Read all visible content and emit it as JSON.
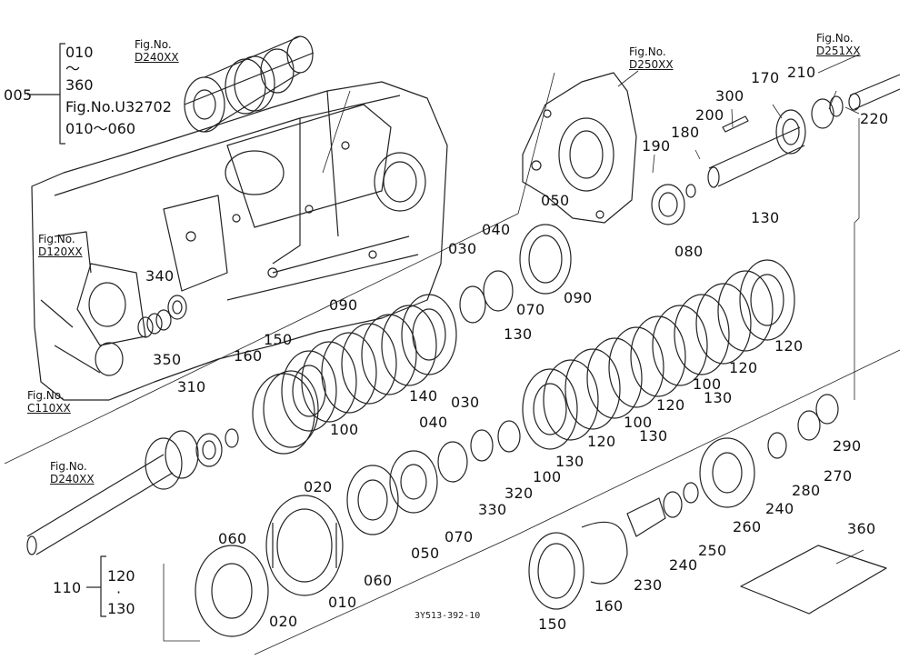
{
  "figure_code": "3Y513-392-10",
  "group_005": {
    "number": "005",
    "lines": [
      "010",
      "～",
      "360",
      "Fig.No.U32702",
      "010～060"
    ]
  },
  "group_110": {
    "number": "110",
    "lines": [
      "120",
      "·",
      "130"
    ]
  },
  "fig_refs": [
    {
      "id": "d240-top",
      "line1": "Fig.No.",
      "line2": "D240XX"
    },
    {
      "id": "d250",
      "line1": "Fig.No.",
      "line2": "D250XX"
    },
    {
      "id": "d251",
      "line1": "Fig.No.",
      "line2": "D251XX"
    },
    {
      "id": "d120",
      "line1": "Fig.No.",
      "line2": "D120XX"
    },
    {
      "id": "c110",
      "line1": "Fig.No.",
      "line2": "C110XX"
    },
    {
      "id": "d240-bottom",
      "line1": "Fig.No.",
      "line2": "D240XX"
    }
  ],
  "callouts": [
    {
      "id": "c300",
      "text": "300"
    },
    {
      "id": "c170",
      "text": "170"
    },
    {
      "id": "c210",
      "text": "210"
    },
    {
      "id": "c220",
      "text": "220"
    },
    {
      "id": "c200",
      "text": "200"
    },
    {
      "id": "c180",
      "text": "180"
    },
    {
      "id": "c190",
      "text": "190"
    },
    {
      "id": "c050a",
      "text": "050"
    },
    {
      "id": "c130a",
      "text": "130"
    },
    {
      "id": "c040a",
      "text": "040"
    },
    {
      "id": "c030a",
      "text": "030"
    },
    {
      "id": "c340",
      "text": "340"
    },
    {
      "id": "c080",
      "text": "080"
    },
    {
      "id": "c070a",
      "text": "070"
    },
    {
      "id": "c090a",
      "text": "090"
    },
    {
      "id": "c090b",
      "text": "090"
    },
    {
      "id": "c130b",
      "text": "130"
    },
    {
      "id": "c350",
      "text": "350"
    },
    {
      "id": "c150a",
      "text": "150"
    },
    {
      "id": "c160a",
      "text": "160"
    },
    {
      "id": "c120a",
      "text": "120"
    },
    {
      "id": "c120b",
      "text": "120"
    },
    {
      "id": "c100a",
      "text": "100"
    },
    {
      "id": "c310",
      "text": "310"
    },
    {
      "id": "c140",
      "text": "140"
    },
    {
      "id": "c030b",
      "text": "030"
    },
    {
      "id": "c120c",
      "text": "120"
    },
    {
      "id": "c130c",
      "text": "130"
    },
    {
      "id": "c100b",
      "text": "100"
    },
    {
      "id": "c100c",
      "text": "100"
    },
    {
      "id": "c040b",
      "text": "040"
    },
    {
      "id": "c120d",
      "text": "120"
    },
    {
      "id": "c130d",
      "text": "130"
    },
    {
      "id": "c290",
      "text": "290"
    },
    {
      "id": "c130e",
      "text": "130"
    },
    {
      "id": "c100d",
      "text": "100"
    },
    {
      "id": "c270",
      "text": "270"
    },
    {
      "id": "c280",
      "text": "280"
    },
    {
      "id": "c240a",
      "text": "240"
    },
    {
      "id": "c260",
      "text": "260"
    },
    {
      "id": "c020a",
      "text": "020"
    },
    {
      "id": "c320",
      "text": "320"
    },
    {
      "id": "c330",
      "text": "330"
    },
    {
      "id": "c070b",
      "text": "070"
    },
    {
      "id": "c050b",
      "text": "050"
    },
    {
      "id": "c060a",
      "text": "060"
    },
    {
      "id": "c360",
      "text": "360"
    },
    {
      "id": "c250",
      "text": "250"
    },
    {
      "id": "c240b",
      "text": "240"
    },
    {
      "id": "c230",
      "text": "230"
    },
    {
      "id": "c060b",
      "text": "060"
    },
    {
      "id": "c010",
      "text": "010"
    },
    {
      "id": "c020b",
      "text": "020"
    },
    {
      "id": "c160b",
      "text": "160"
    },
    {
      "id": "c150b",
      "text": "150"
    }
  ]
}
